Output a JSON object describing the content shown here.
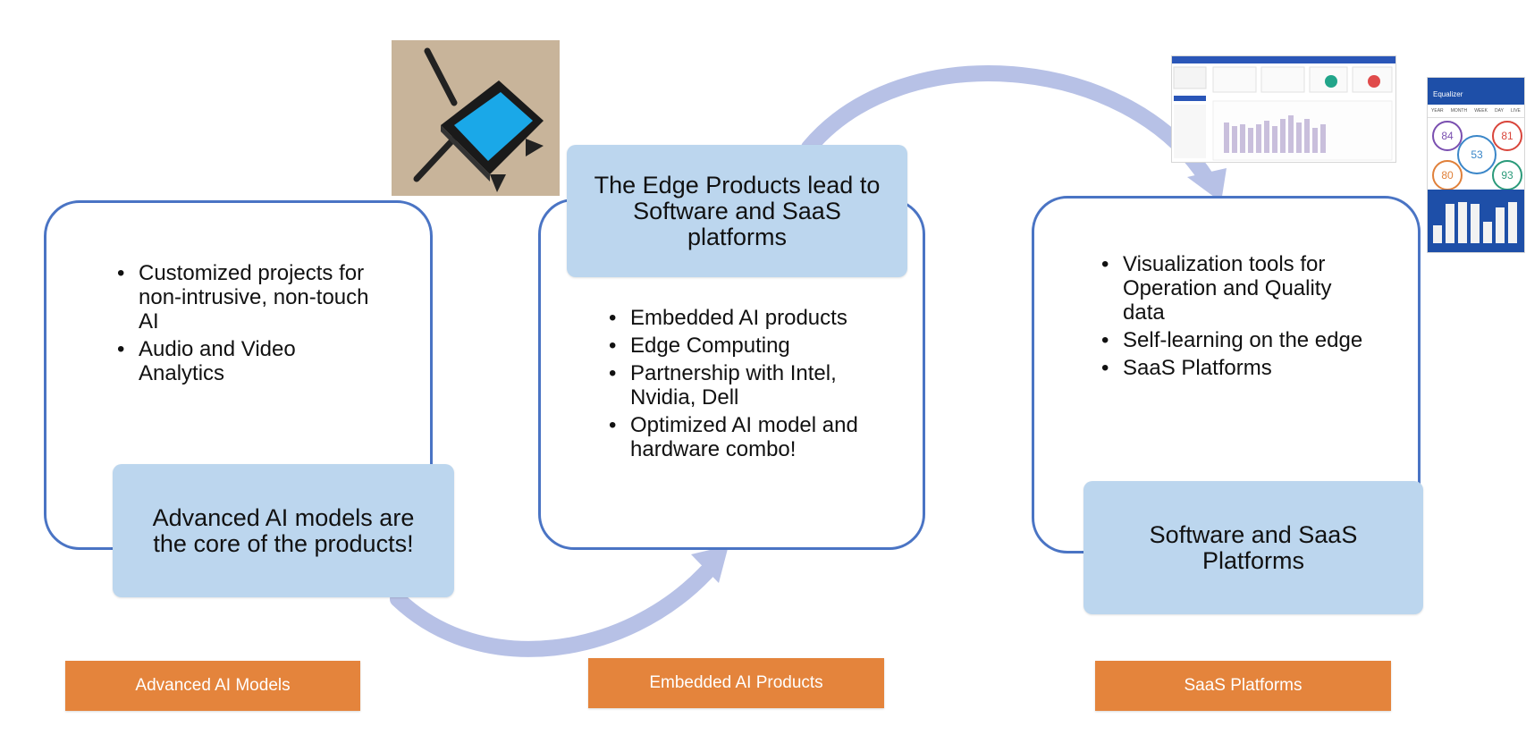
{
  "columns": [
    {
      "key": "models",
      "bullets": [
        "Customized projects for non-intrusive, non-touch AI",
        "Audio and Video Analytics"
      ],
      "box_text": "Advanced AI models are the core of the products!",
      "label": "Advanced AI Models"
    },
    {
      "key": "edge",
      "bullets": [
        "Embedded AI products",
        "Edge Computing",
        "Partnership with Intel, Nvidia, Dell",
        "Optimized AI model and hardware combo!"
      ],
      "box_text": "The Edge Products lead to Software and SaaS platforms",
      "label": "Embedded AI Products"
    },
    {
      "key": "saas",
      "bullets": [
        "Visualization tools for Operation and Quality data",
        "Self-learning on the edge",
        "SaaS Platforms"
      ],
      "box_text": "Software and SaaS Platforms",
      "label": "SaaS Platforms"
    }
  ],
  "phone_app": {
    "title": "Equalizer",
    "tabs": [
      "YEAR",
      "MONTH",
      "WEEK",
      "DAY",
      "LIVE"
    ],
    "gauges": [
      "84",
      "81",
      "53",
      "80",
      "93"
    ]
  },
  "colors": {
    "frame_border": "#4a74c4",
    "box_fill": "#bcd6ee",
    "label_fill": "#e4843c",
    "arrow": "#b7c1e6"
  },
  "icons": {
    "device_photo": "edge-device-photo",
    "dashboard_screenshot": "dashboard-screenshot",
    "phone_screenshot": "mobile-app-screenshot"
  }
}
